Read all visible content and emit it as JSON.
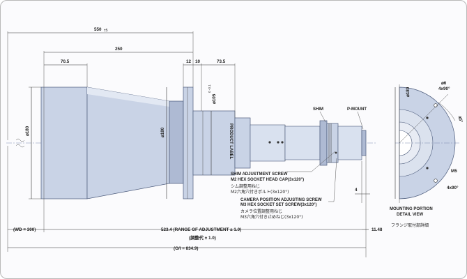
{
  "dims": {
    "total_550": "550",
    "total_550_sup": "±5",
    "len_250": "250",
    "len_70_5": "70.5",
    "len_12": "12",
    "len_10": "10",
    "len_73_5": "73.5",
    "dia_180_front": "⌀180",
    "dia_180_flange": "⌀180",
    "dia_105": "⌀105",
    "dia_105_tol": "0 -0.1",
    "len_4": "4",
    "wd": "(WD = 300)",
    "adjust": "523.4 (RANGE OF ADJUSTMENT ± 1.0)",
    "adjust_jp": "(調整代 ± 1.0)",
    "len_11_48": "11.48",
    "oi": "(O/I = 834.9)"
  },
  "labels": {
    "product_label": "PRODUCT LABEL",
    "shim": "SHIM",
    "pmount": "P-MOUNT",
    "shim_screw_1": "SHIM ADJUSTMENT SCREW",
    "shim_screw_2": "M2 HEX SOCKET HEAD CAP(3x120°)",
    "shim_screw_jp1": "シム調整用ねじ",
    "shim_screw_jp2": "M2六角穴付きボルト(3x120°)",
    "cam_screw_1": "CAMERA POSITION ADJUSTING SCREW",
    "cam_screw_2": "M3 HEX SOCKET SET SCREW(3x120°)",
    "cam_screw_jp1": "カメラ位置調整用ねじ",
    "cam_screw_jp2": "M3六角穴付き止めねじ(3x120°)"
  },
  "detail": {
    "dia_180": "⌀180",
    "hole_dia": "⌀6",
    "hole_count": "4x90°",
    "angle": "45°",
    "m5": "M5",
    "m5_count": "4x90°",
    "title_1": "MOUNTING PORTION",
    "title_2": "DETAIL VIEW",
    "title_jp": "フランジ取付部詳細"
  }
}
